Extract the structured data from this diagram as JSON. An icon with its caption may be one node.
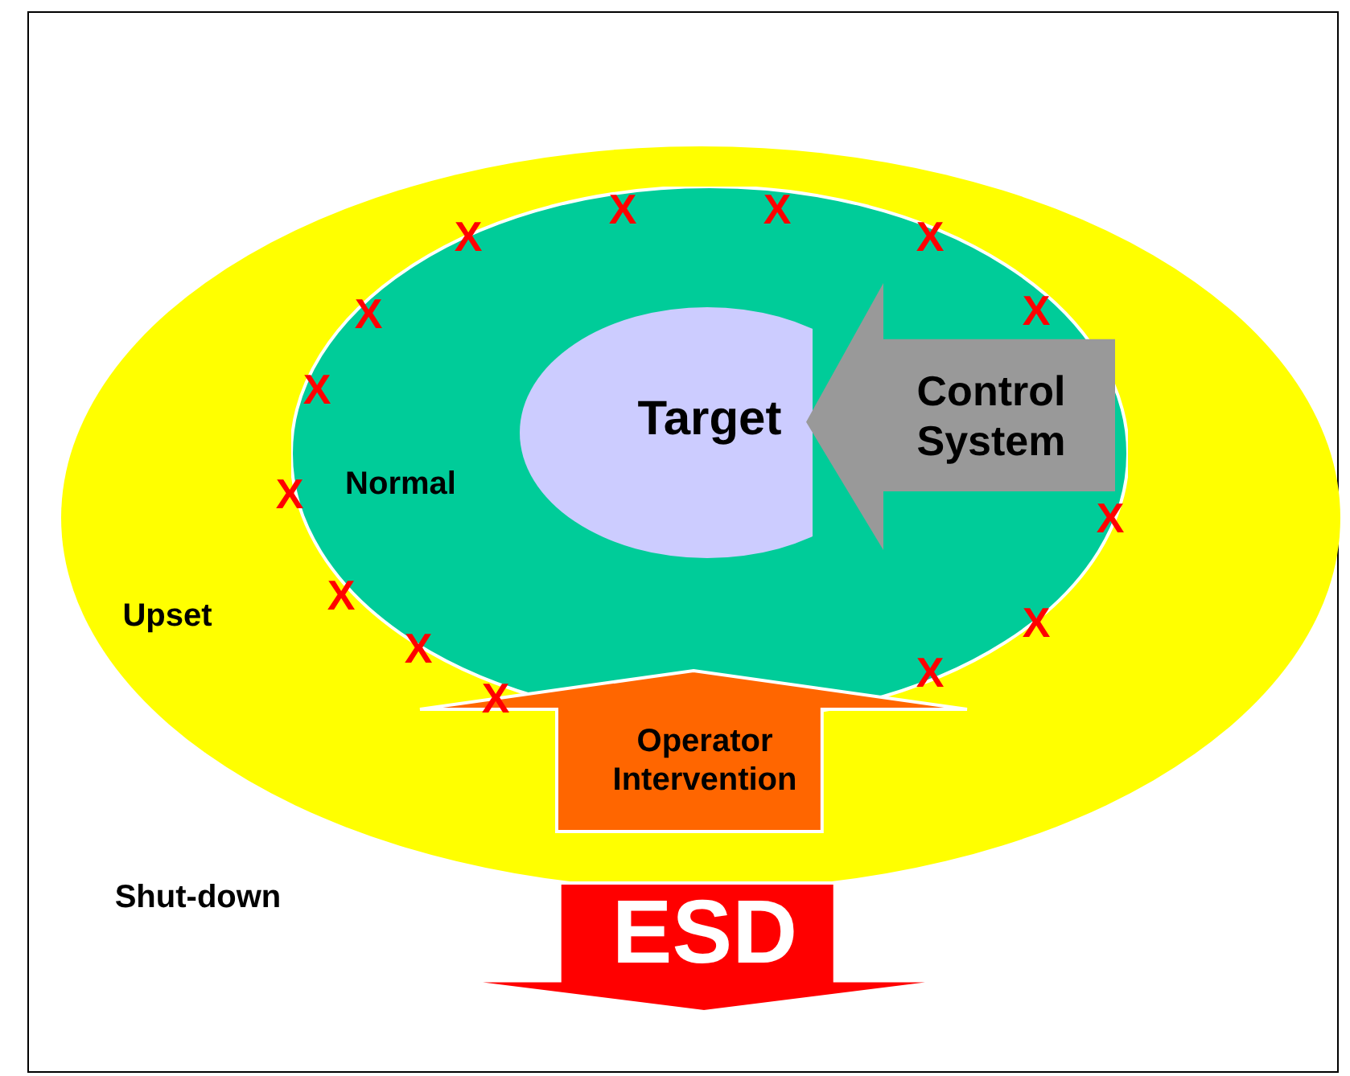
{
  "diagram": {
    "nodes": [
      {
        "text": [
          "Shut-down"
        ]
      },
      {
        "text": [
          "Upset"
        ],
        "in": 0
      },
      {
        "text": [
          "Normal"
        ],
        "in": 1
      },
      {
        "text": [
          "Target"
        ],
        "in": 2
      },
      {
        "text": [
          "Control System"
        ],
        "in": 2
      },
      {
        "text": [
          "Operator Intervention"
        ],
        "in": 1
      },
      {
        "text": [
          "ESD"
        ],
        "in": 0
      }
    ],
    "labels": [
      "X",
      "X",
      "X",
      "X",
      "X",
      "X",
      "X",
      "X",
      "X",
      "X",
      "X",
      "X",
      "X",
      "X"
    ]
  }
}
